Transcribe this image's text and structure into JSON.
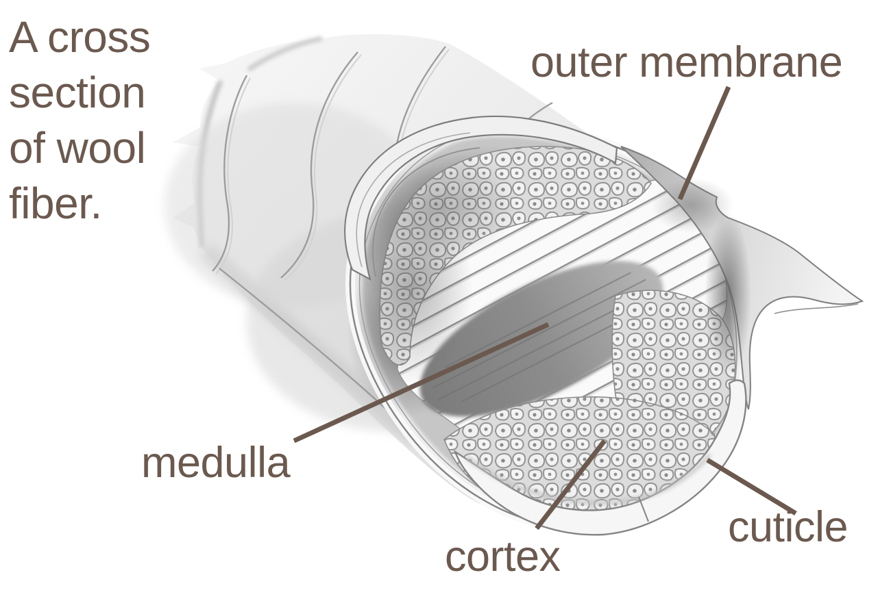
{
  "figure": {
    "background_color": "#ffffff",
    "caption": {
      "text": "A cross section of wool fiber.",
      "lines": [
        "A cross",
        "section",
        "of wool",
        "fiber."
      ]
    },
    "labels": {
      "outer_membrane": "outer membrane",
      "medulla": "medulla",
      "cortex": "cortex",
      "cuticle": "cuticle"
    },
    "colors": {
      "label_text": "#6b594f",
      "leader_line": "#6b594f",
      "sketch_light": "#f2f2f2",
      "sketch_mid": "#c9c9c9",
      "sketch_dark": "#6e6e6e"
    },
    "illustration": {
      "subject": "wool fiber cut open showing outer membrane, cuticle, cortex cells and central medulla",
      "style": "grayscale pencil drawing"
    }
  }
}
